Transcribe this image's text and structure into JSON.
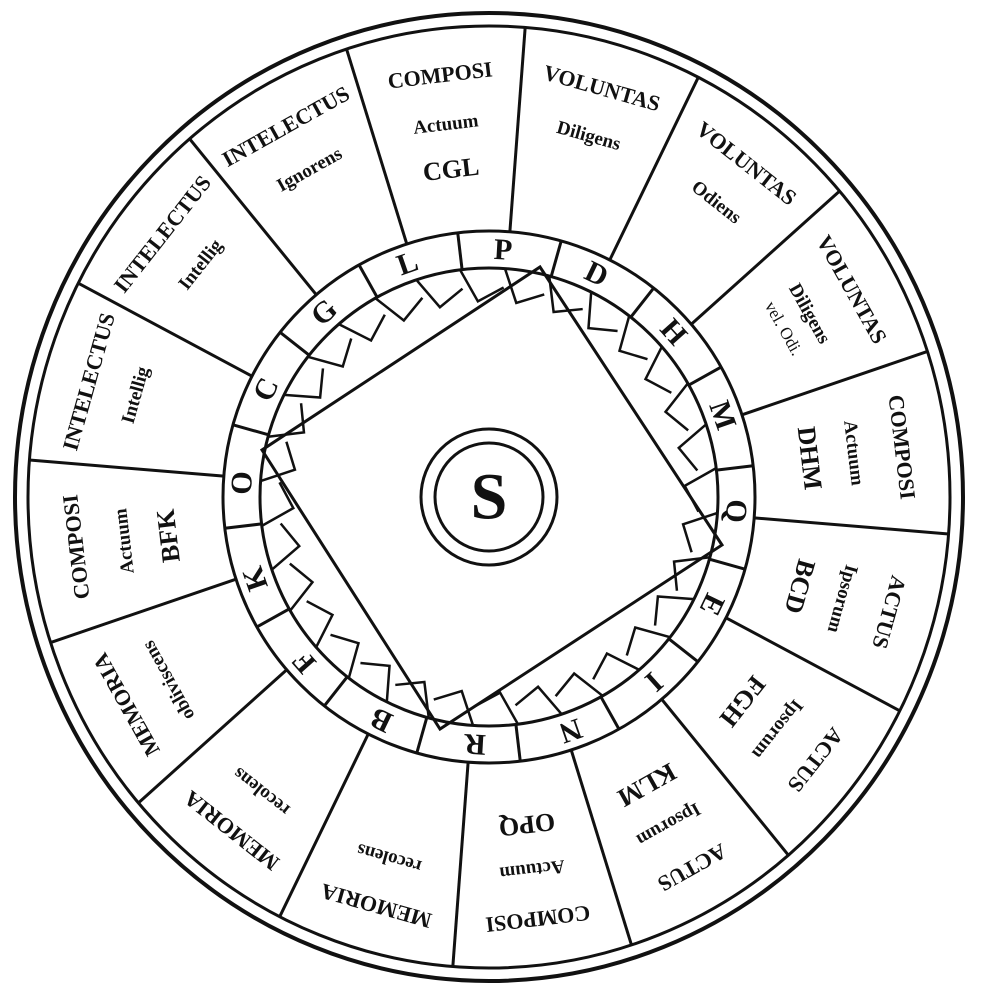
{
  "diagram": {
    "center_label": "S",
    "letters": [
      "P",
      "D",
      "H",
      "M",
      "Q",
      "E",
      "I",
      "N",
      "R",
      "B",
      "F",
      "K",
      "O",
      "C",
      "G",
      "L"
    ],
    "sectors": [
      {
        "head": "VOLUNTAS",
        "sub": "Diligens",
        "sub2": "",
        "code": ""
      },
      {
        "head": "VOLUNTAS",
        "sub": "Odiens",
        "sub2": "",
        "code": ""
      },
      {
        "head": "VOLUNTAS",
        "sub": "Diligens",
        "sub2": "vel. Odi.",
        "code": ""
      },
      {
        "head": "COMPOSI",
        "sub": "Actuum",
        "sub2": "",
        "code": "DHM"
      },
      {
        "head": "ACTUS",
        "sub": "Ipsorum",
        "sub2": "",
        "code": "BCD"
      },
      {
        "head": "ACTUS",
        "sub": "Ipsorum",
        "sub2": "",
        "code": "FGH"
      },
      {
        "head": "ACTUS",
        "sub": "Ipsorum",
        "sub2": "",
        "code": "KLM"
      },
      {
        "head": "COMPOSI",
        "sub": "Actuum",
        "sub2": "",
        "code": "OPQ"
      },
      {
        "head": "MEMORIA",
        "sub": "recolens",
        "sub2": "",
        "code": ""
      },
      {
        "head": "MEMORIA",
        "sub": "recolens",
        "sub2": "",
        "code": ""
      },
      {
        "head": "MEMORIA",
        "sub": "obliviscens",
        "sub2": "",
        "code": ""
      },
      {
        "head": "COMPOSI",
        "sub": "Actuum",
        "sub2": "",
        "code": "BFK"
      },
      {
        "head": "INTELECTUS",
        "sub": "Intellig",
        "sub2": "",
        "code": ""
      },
      {
        "head": "INTELECTUS",
        "sub": "Intellig",
        "sub2": "",
        "code": ""
      },
      {
        "head": "INTELECTUS",
        "sub": "Ignorens",
        "sub2": "",
        "code": ""
      },
      {
        "head": "COMPOSI",
        "sub": "Actuum",
        "sub2": "",
        "code": "CGL"
      }
    ]
  }
}
